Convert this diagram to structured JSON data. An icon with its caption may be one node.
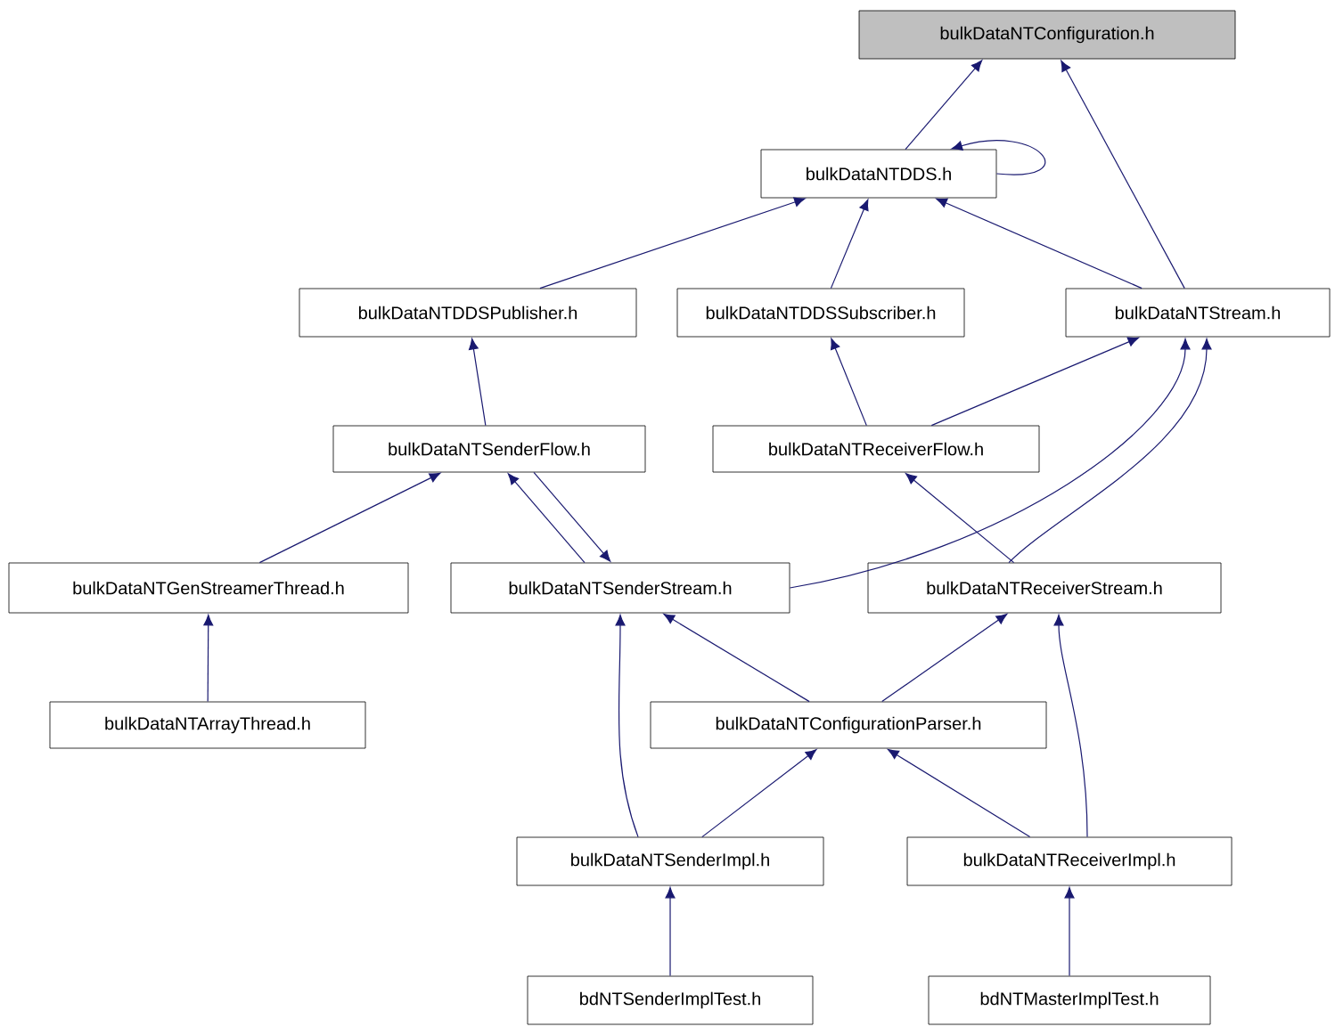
{
  "diagram": {
    "nodes": [
      {
        "text": [
          "bulkDataNTConfiguration.h"
        ]
      },
      {
        "text": [
          "bulkDataNTDDS.h"
        ]
      },
      {
        "text": [
          "bulkDataNTDDSPublisher.h"
        ]
      },
      {
        "text": [
          "bulkDataNTDDSSubscriber.h"
        ]
      },
      {
        "text": [
          "bulkDataNTStream.h"
        ]
      },
      {
        "text": [
          "bulkDataNTSenderFlow.h"
        ]
      },
      {
        "text": [
          "bulkDataNTReceiverFlow.h"
        ]
      },
      {
        "text": [
          "bulkDataNTGenStreamerThread.h"
        ]
      },
      {
        "text": [
          "bulkDataNTSenderStream.h"
        ]
      },
      {
        "text": [
          "bulkDataNTReceiverStream.h"
        ]
      },
      {
        "text": [
          "bulkDataNTArrayThread.h"
        ]
      },
      {
        "text": [
          "bulkDataNTConfigurationParser.h"
        ]
      },
      {
        "text": [
          "bulkDataNTSenderImpl.h"
        ]
      },
      {
        "text": [
          "bulkDataNTReceiverImpl.h"
        ]
      },
      {
        "text": [
          "bdNTSenderImplTest.h"
        ]
      },
      {
        "text": [
          "bdNTMasterImplTest.h"
        ]
      }
    ],
    "edges": [
      {
        "from": 1,
        "to": 0,
        "arrow": "to"
      },
      {
        "from": 1,
        "to": 1,
        "arrow": "to"
      },
      {
        "from": 4,
        "to": 0,
        "arrow": "to"
      },
      {
        "from": 2,
        "to": 1,
        "arrow": "to"
      },
      {
        "from": 3,
        "to": 1,
        "arrow": "to"
      },
      {
        "from": 4,
        "to": 1,
        "arrow": "to"
      },
      {
        "from": 5,
        "to": 2,
        "arrow": "to"
      },
      {
        "from": 6,
        "to": 3,
        "arrow": "to"
      },
      {
        "from": 6,
        "to": 4,
        "arrow": "to"
      },
      {
        "from": 8,
        "to": 4,
        "arrow": "to"
      },
      {
        "from": 9,
        "to": 4,
        "arrow": "to"
      },
      {
        "from": 7,
        "to": 5,
        "arrow": "to"
      },
      {
        "from": 8,
        "to": 5,
        "arrow": "to"
      },
      {
        "from": 5,
        "to": 8,
        "arrow": "to"
      },
      {
        "from": 9,
        "to": 6,
        "arrow": "to"
      },
      {
        "from": 10,
        "to": 7,
        "arrow": "to"
      },
      {
        "from": 11,
        "to": 8,
        "arrow": "to"
      },
      {
        "from": 11,
        "to": 9,
        "arrow": "to"
      },
      {
        "from": 12,
        "to": 8,
        "arrow": "to"
      },
      {
        "from": 12,
        "to": 11,
        "arrow": "to"
      },
      {
        "from": 13,
        "to": 11,
        "arrow": "to"
      },
      {
        "from": 13,
        "to": 9,
        "arrow": "to"
      },
      {
        "from": 14,
        "to": 12,
        "arrow": "to"
      },
      {
        "from": 15,
        "to": 13,
        "arrow": "to"
      }
    ]
  }
}
